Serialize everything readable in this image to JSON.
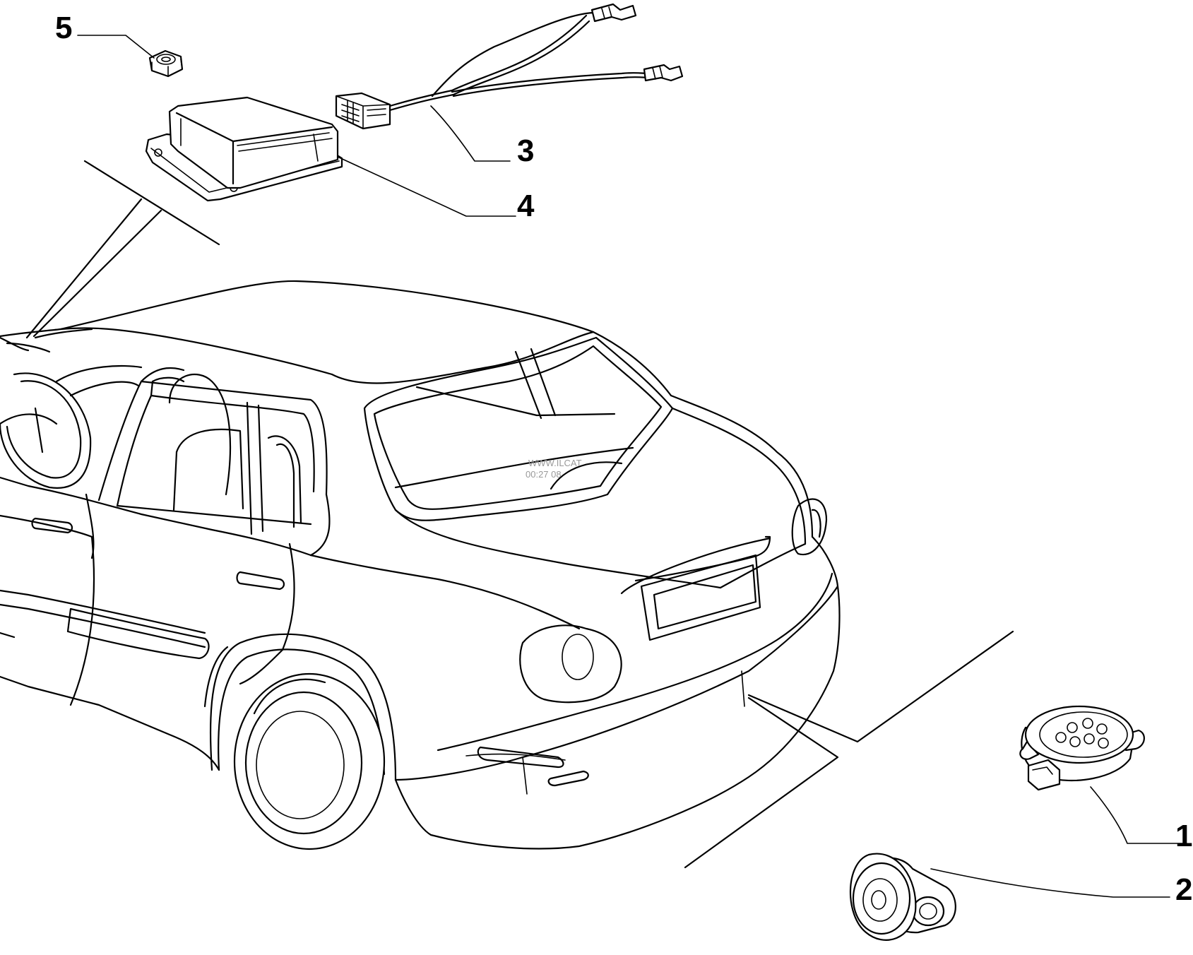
{
  "diagram": {
    "callouts": [
      {
        "id": "1",
        "label": "1"
      },
      {
        "id": "2",
        "label": "2"
      },
      {
        "id": "3",
        "label": "3"
      },
      {
        "id": "4",
        "label": "4"
      },
      {
        "id": "5",
        "label": "5"
      }
    ],
    "watermark": {
      "line1": "WWW.ILCAT",
      "line2": "00:27 08"
    }
  }
}
